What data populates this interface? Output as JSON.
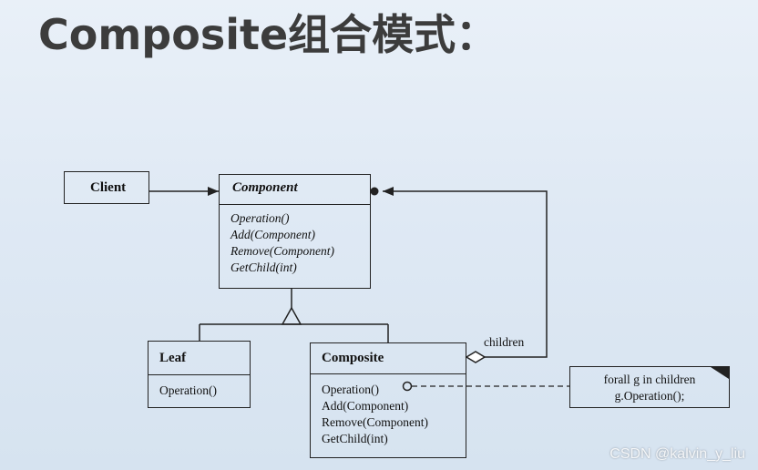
{
  "title": "Composite组合模式：",
  "classes": {
    "client": {
      "name": "Client"
    },
    "component": {
      "name": "Component",
      "ops": [
        "Operation()",
        "Add(Component)",
        "Remove(Component)",
        "GetChild(int)"
      ]
    },
    "leaf": {
      "name": "Leaf",
      "ops": [
        "Operation()"
      ]
    },
    "composite": {
      "name": "Composite",
      "ops": [
        "Operation()",
        "Add(Component)",
        "Remove(Component)",
        "GetChild(int)"
      ]
    }
  },
  "association_label": "children",
  "note": {
    "line1": "forall g in children",
    "line2": "g.Operation();"
  },
  "watermark": "CSDN @kalvin_y_liu"
}
